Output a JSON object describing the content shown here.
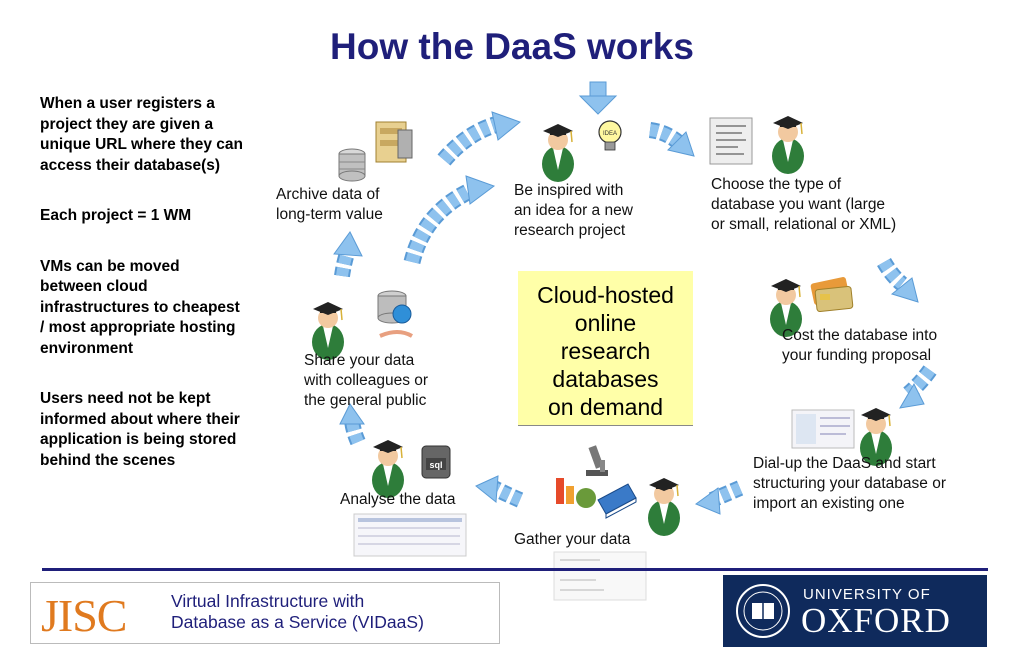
{
  "title": "How the DaaS works",
  "notes": [
    "When a user registers a project they are given a unique URL where they can access their database(s)",
    "Each project = 1 WM",
    "VMs can be moved between cloud infrastructures to cheapest / most appropriate hosting environment",
    "Users need not  be kept informed about where their application is being stored behind the scenes"
  ],
  "steps": {
    "inspired": [
      "Be inspired with",
      "an idea for a new",
      "research project"
    ],
    "choose": [
      "Choose the type of",
      "database you want (large",
      "or small, relational or XML)"
    ],
    "cost": [
      "Cost the database into",
      "your funding proposal"
    ],
    "dialup": [
      "Dial-up the DaaS and start",
      "structuring your database or",
      "import an existing one"
    ],
    "gather": [
      "Gather your data"
    ],
    "analyse": [
      "Analyse the data"
    ],
    "share": [
      "Share your data",
      "with colleagues or",
      "the general public"
    ],
    "archive": [
      "Archive data of",
      "long-term value"
    ]
  },
  "center": [
    "Cloud-hosted",
    "online",
    "research",
    "databases",
    "on demand"
  ],
  "icons": {
    "sql_label": "sql",
    "idea_label": "IDEA"
  },
  "footer": {
    "jisc_logo": "JISC",
    "jisc_text": [
      "Virtual Infrastructure with",
      "Database as a Service (VIDaaS)"
    ],
    "oxford_univ": "UNIVERSITY OF",
    "oxford_name": "OXFORD"
  },
  "colors": {
    "title": "#1f1f7a",
    "arrow": "#8ec2ee",
    "arrow_stroke": "#5a9bd6",
    "center_box": "#ffffa8",
    "gown": "#2e7d3a",
    "oxford_blue": "#0f2a5c",
    "jisc_orange": "#e07a1f"
  }
}
